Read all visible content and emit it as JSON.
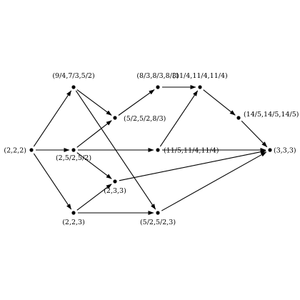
{
  "graph": {
    "nodes": [
      {
        "id": "n222",
        "label": "(2,2,2)"
      },
      {
        "id": "n94",
        "label": "(9/4,7/3,5/2)"
      },
      {
        "id": "n2552",
        "label": "(2,5/2,5/2)"
      },
      {
        "id": "n223",
        "label": "(2,2,3)"
      },
      {
        "id": "n52528",
        "label": "(5/2,5/2,8/3)"
      },
      {
        "id": "n233",
        "label": "(2,3,3)"
      },
      {
        "id": "n83",
        "label": "(8/3,8/3,8/3)"
      },
      {
        "id": "n115",
        "label": "(11/5,11/4,11/4)"
      },
      {
        "id": "n5253",
        "label": "(5/2,5/2,3)"
      },
      {
        "id": "n114",
        "label": "(11/4,11/4,11/4)"
      },
      {
        "id": "n145",
        "label": "(14/5,14/5,14/5)"
      },
      {
        "id": "n333",
        "label": "(3,3,3)"
      }
    ],
    "edges": [
      {
        "from": "n222",
        "to": "n94"
      },
      {
        "from": "n222",
        "to": "n2552"
      },
      {
        "from": "n222",
        "to": "n223"
      },
      {
        "from": "n94",
        "to": "n52528"
      },
      {
        "from": "n2552",
        "to": "n52528"
      },
      {
        "from": "n2552",
        "to": "n115"
      },
      {
        "from": "n2552",
        "to": "n233"
      },
      {
        "from": "n223",
        "to": "n233"
      },
      {
        "from": "n223",
        "to": "n5253"
      },
      {
        "from": "n94",
        "to": "n5253"
      },
      {
        "from": "n52528",
        "to": "n83"
      },
      {
        "from": "n83",
        "to": "n114"
      },
      {
        "from": "n115",
        "to": "n114"
      },
      {
        "from": "n114",
        "to": "n145"
      },
      {
        "from": "n145",
        "to": "n333"
      },
      {
        "from": "n115",
        "to": "n333"
      },
      {
        "from": "n233",
        "to": "n333"
      },
      {
        "from": "n5253",
        "to": "n333"
      }
    ]
  }
}
